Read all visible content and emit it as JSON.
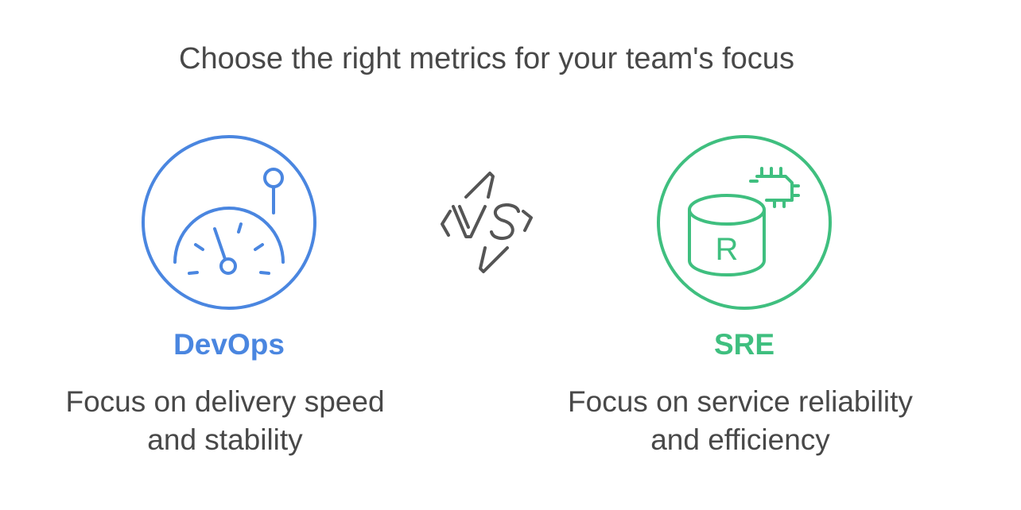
{
  "title": "Choose the right metrics for your team's focus",
  "left": {
    "label": "DevOps",
    "description_lines": [
      "Focus on delivery speed",
      "and stability"
    ],
    "color": "#4a86e0",
    "icon": "speedometer-icon"
  },
  "vs": {
    "icon": "versus-lightning-icon",
    "color": "#555555"
  },
  "right": {
    "label": "SRE",
    "description_lines": [
      "Focus on service reliability",
      "and efficiency"
    ],
    "color": "#3fbf7f",
    "icon": "database-circuit-icon",
    "icon_letter": "R"
  }
}
